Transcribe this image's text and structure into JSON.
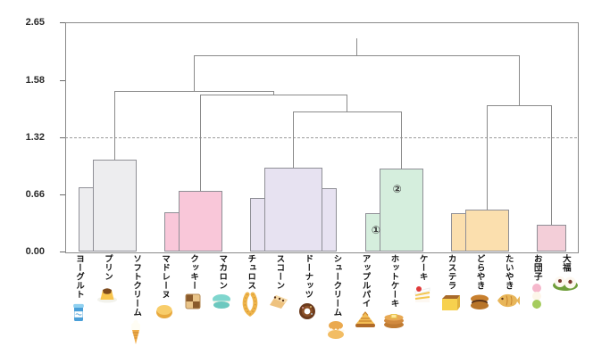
{
  "chart_data": {
    "type": "dendrogram",
    "orientation": "top-root",
    "ylim": [
      0,
      2.65
    ],
    "yticks": [
      {
        "label": "2.65",
        "at": 2.65
      },
      {
        "label": "1.58",
        "at": 1.98
      },
      {
        "label": "1.32",
        "at": 1.32
      },
      {
        "label": "0.66",
        "at": 0.66
      },
      {
        "label": "0.00",
        "at": 0.0
      }
    ],
    "cut_line": {
      "at": 1.32,
      "style": "dashed"
    },
    "leaves": [
      {
        "label": "ヨーグルト",
        "icon": "yogurt-icon"
      },
      {
        "label": "プリン",
        "icon": "pudding-icon"
      },
      {
        "label": "ソフトクリーム",
        "icon": "soft-serve-icon"
      },
      {
        "label": "マドレーヌ",
        "icon": "madeleine-icon"
      },
      {
        "label": "クッキー",
        "icon": "cookie-icon"
      },
      {
        "label": "マカロン",
        "icon": "macaron-icon"
      },
      {
        "label": "チュロス",
        "icon": "churros-icon"
      },
      {
        "label": "スコーン",
        "icon": "scone-icon"
      },
      {
        "label": "ドーナッツ",
        "icon": "donut-icon"
      },
      {
        "label": "シュークリーム",
        "icon": "cream-puff-icon"
      },
      {
        "label": "アップルパイ",
        "icon": "apple-pie-icon"
      },
      {
        "label": "ホットケーキ",
        "icon": "pancake-icon"
      },
      {
        "label": "ケーキ",
        "icon": "cake-icon"
      },
      {
        "label": "カステラ",
        "icon": "castella-icon"
      },
      {
        "label": "どらやき",
        "icon": "dorayaki-icon"
      },
      {
        "label": "たいやき",
        "icon": "taiyaki-icon"
      },
      {
        "label": "お団子",
        "icon": "dango-icon"
      },
      {
        "label": "大福",
        "icon": "daifuku-icon"
      }
    ],
    "cluster_blocks": [
      {
        "u1": 0,
        "u2": 1,
        "h": 0.74,
        "fill": "#ededef",
        "group": "gray",
        "members": [
          "ヨーグルト",
          "プリン"
        ]
      },
      {
        "u1": 0.5,
        "u2": 2,
        "h": 1.06,
        "fill": "#ededef",
        "group": "gray",
        "members": [
          "ヨーグルト",
          "プリン",
          "ソフトクリーム"
        ]
      },
      {
        "u1": 3,
        "u2": 4,
        "h": 0.45,
        "fill": "#f9c7d9",
        "group": "pink",
        "members": [
          "マドレーヌ",
          "クッキー"
        ]
      },
      {
        "u1": 3.5,
        "u2": 5,
        "h": 0.7,
        "fill": "#f9c7d9",
        "group": "pink",
        "members": [
          "マドレーヌ",
          "クッキー",
          "マカロン"
        ]
      },
      {
        "u1": 6,
        "u2": 7,
        "h": 0.62,
        "fill": "#e7e2f1",
        "group": "purple",
        "members": [
          "チュロス",
          "スコーン"
        ]
      },
      {
        "u1": 8,
        "u2": 9,
        "h": 0.73,
        "fill": "#e7e2f1",
        "group": "purple",
        "members": [
          "ドーナッツ",
          "シュークリーム"
        ]
      },
      {
        "u1": 6.5,
        "u2": 8.5,
        "h": 0.97,
        "fill": "#e7e2f1",
        "group": "purple",
        "members": [
          "チュロス",
          "スコーン",
          "ドーナッツ",
          "シュークリーム"
        ]
      },
      {
        "u1": 10,
        "u2": 11,
        "h": 0.44,
        "fill": "#d5eedd",
        "group": "mint",
        "members": [
          "アップルパイ",
          "ホットケーキ"
        ]
      },
      {
        "u1": 10.5,
        "u2": 12,
        "h": 0.96,
        "fill": "#d5eedd",
        "group": "mint",
        "members": [
          "アップルパイ",
          "ホットケーキ",
          "ケーキ"
        ]
      },
      {
        "u1": 13,
        "u2": 14,
        "h": 0.44,
        "fill": "#fbdfae",
        "group": "orange",
        "members": [
          "カステラ",
          "どらやき"
        ]
      },
      {
        "u1": 13.5,
        "u2": 15,
        "h": 0.48,
        "fill": "#fbdfae",
        "group": "orange",
        "members": [
          "カステラ",
          "どらやき",
          "たいやき"
        ]
      },
      {
        "u1": 16,
        "u2": 17,
        "h": 0.31,
        "fill": "#f3ced8",
        "group": "rose",
        "members": [
          "お団子",
          "大福"
        ]
      }
    ],
    "upper_links": [
      {
        "u1": 1.25,
        "h1": 1.06,
        "u2": 6.8125,
        "h2": 1.81,
        "h": 1.86
      },
      {
        "u1": 4.25,
        "h1": 0.7,
        "u2": 9.375,
        "h2": 1.62,
        "h": 1.81
      },
      {
        "u1": 7.5,
        "h1": 0.97,
        "u2": 11.25,
        "h2": 0.96,
        "h": 1.62
      },
      {
        "u1": 14.25,
        "h1": 0.48,
        "u2": 16.5,
        "h2": 0.31,
        "h": 1.69
      },
      {
        "u1": 4.03125,
        "h1": 1.86,
        "u2": 15.375,
        "h2": 1.69,
        "h": 2.27
      }
    ],
    "root_stem": {
      "u": 9.703,
      "h1": 2.27,
      "h2": 2.46
    },
    "annotations": [
      {
        "text": "①",
        "u": 10.39,
        "h": 0.25
      },
      {
        "text": "②",
        "u": 11.13,
        "h": 0.72
      }
    ],
    "colors": {
      "line": "#8a8a8a",
      "block_border": "#8f8f96",
      "gray_cluster": "#ededef",
      "pink_cluster": "#f9c7d9",
      "purple_cluster": "#e7e2f1",
      "mint_cluster": "#d5eedd",
      "orange_cluster": "#fbdfae",
      "rose_cluster": "#f3ced8",
      "axis_text": "#2a2a2a"
    }
  }
}
